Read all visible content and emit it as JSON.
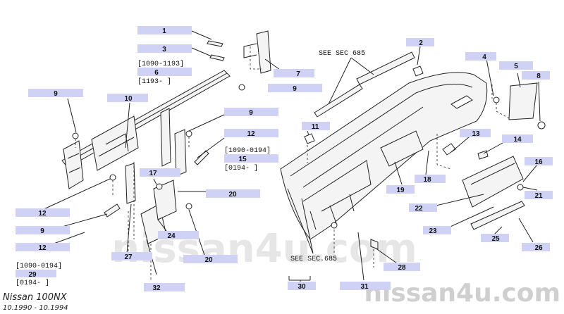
{
  "callouts": [
    {
      "id": "c1",
      "text": "1"
    },
    {
      "id": "c3",
      "text": "3"
    },
    {
      "id": "c6",
      "text": "6"
    },
    {
      "id": "c7",
      "text": "7"
    },
    {
      "id": "c9a",
      "text": "9"
    },
    {
      "id": "c9b",
      "text": "9"
    },
    {
      "id": "c9c",
      "text": "9"
    },
    {
      "id": "c9d",
      "text": "9"
    },
    {
      "id": "c10",
      "text": "10"
    },
    {
      "id": "c12a",
      "text": "12"
    },
    {
      "id": "c12b",
      "text": "12"
    },
    {
      "id": "c12c",
      "text": "12"
    },
    {
      "id": "c15",
      "text": "15"
    },
    {
      "id": "c17",
      "text": "17"
    },
    {
      "id": "c20a",
      "text": "20"
    },
    {
      "id": "c20b",
      "text": "20"
    },
    {
      "id": "c24",
      "text": "24"
    },
    {
      "id": "c27",
      "text": "27"
    },
    {
      "id": "c29",
      "text": "29"
    },
    {
      "id": "c32",
      "text": "32"
    },
    {
      "id": "c2",
      "text": "2"
    },
    {
      "id": "c4",
      "text": "4"
    },
    {
      "id": "c5",
      "text": "5"
    },
    {
      "id": "c8",
      "text": "8"
    },
    {
      "id": "c11",
      "text": "11"
    },
    {
      "id": "c13",
      "text": "13"
    },
    {
      "id": "c14",
      "text": "14"
    },
    {
      "id": "c16",
      "text": "16"
    },
    {
      "id": "c18",
      "text": "18"
    },
    {
      "id": "c19",
      "text": "19"
    },
    {
      "id": "c21",
      "text": "21"
    },
    {
      "id": "c22",
      "text": "22"
    },
    {
      "id": "c23",
      "text": "23"
    },
    {
      "id": "c25",
      "text": "25"
    },
    {
      "id": "c26",
      "text": "26"
    },
    {
      "id": "c28",
      "text": "28"
    },
    {
      "id": "c30",
      "text": "30"
    },
    {
      "id": "c31",
      "text": "31"
    }
  ],
  "ranges": [
    {
      "id": "r1",
      "text": "[1090-1193]"
    },
    {
      "id": "r2",
      "text": "[1193-      ]"
    },
    {
      "id": "r3",
      "text": "[1090-0194]"
    },
    {
      "id": "r4",
      "text": "[0194-      ]"
    },
    {
      "id": "r5",
      "text": "[1090-0194]"
    },
    {
      "id": "r6",
      "text": "[0194-      ]"
    }
  ],
  "references": [
    {
      "id": "s1",
      "text": "SEE SEC 685"
    },
    {
      "id": "s2",
      "text": "SEE SEC.685"
    }
  ],
  "watermarks": {
    "center": "nissan4u.com",
    "corner": "nissan4u.com"
  },
  "model": {
    "name": "Nissan 100NX",
    "years": "10.1990 - 10.1994"
  }
}
